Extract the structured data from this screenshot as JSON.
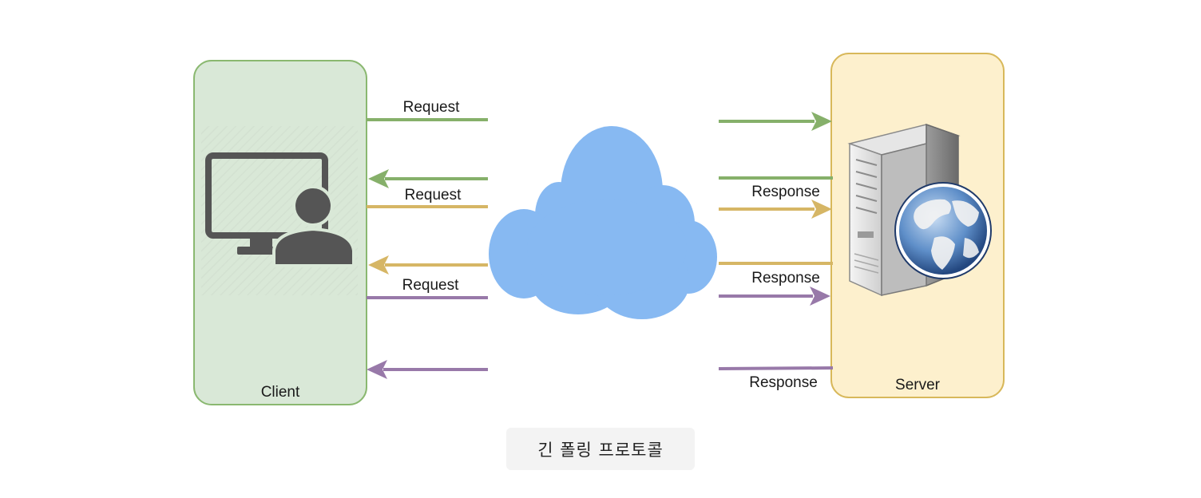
{
  "client": {
    "label": "Client"
  },
  "server": {
    "label": "Server"
  },
  "labels": {
    "request_1": "Request",
    "request_2": "Request",
    "request_3": "Request",
    "response_1": "Response",
    "response_2": "Response",
    "response_3": "Response"
  },
  "caption": "긴 폴링 프로토콜",
  "colors": {
    "client_fill": "#d9e8d7",
    "client_stroke": "#8ab870",
    "server_fill": "#fdf0cd",
    "server_stroke": "#d8b85a",
    "cloud": "#87b9f2",
    "green_arrow": "#86b06a",
    "yellow_arrow": "#d6b665",
    "purple_arrow": "#9879a9"
  },
  "icons": [
    "user-at-monitor-icon",
    "cloud-icon",
    "web-server-icon",
    "globe-icon"
  ]
}
